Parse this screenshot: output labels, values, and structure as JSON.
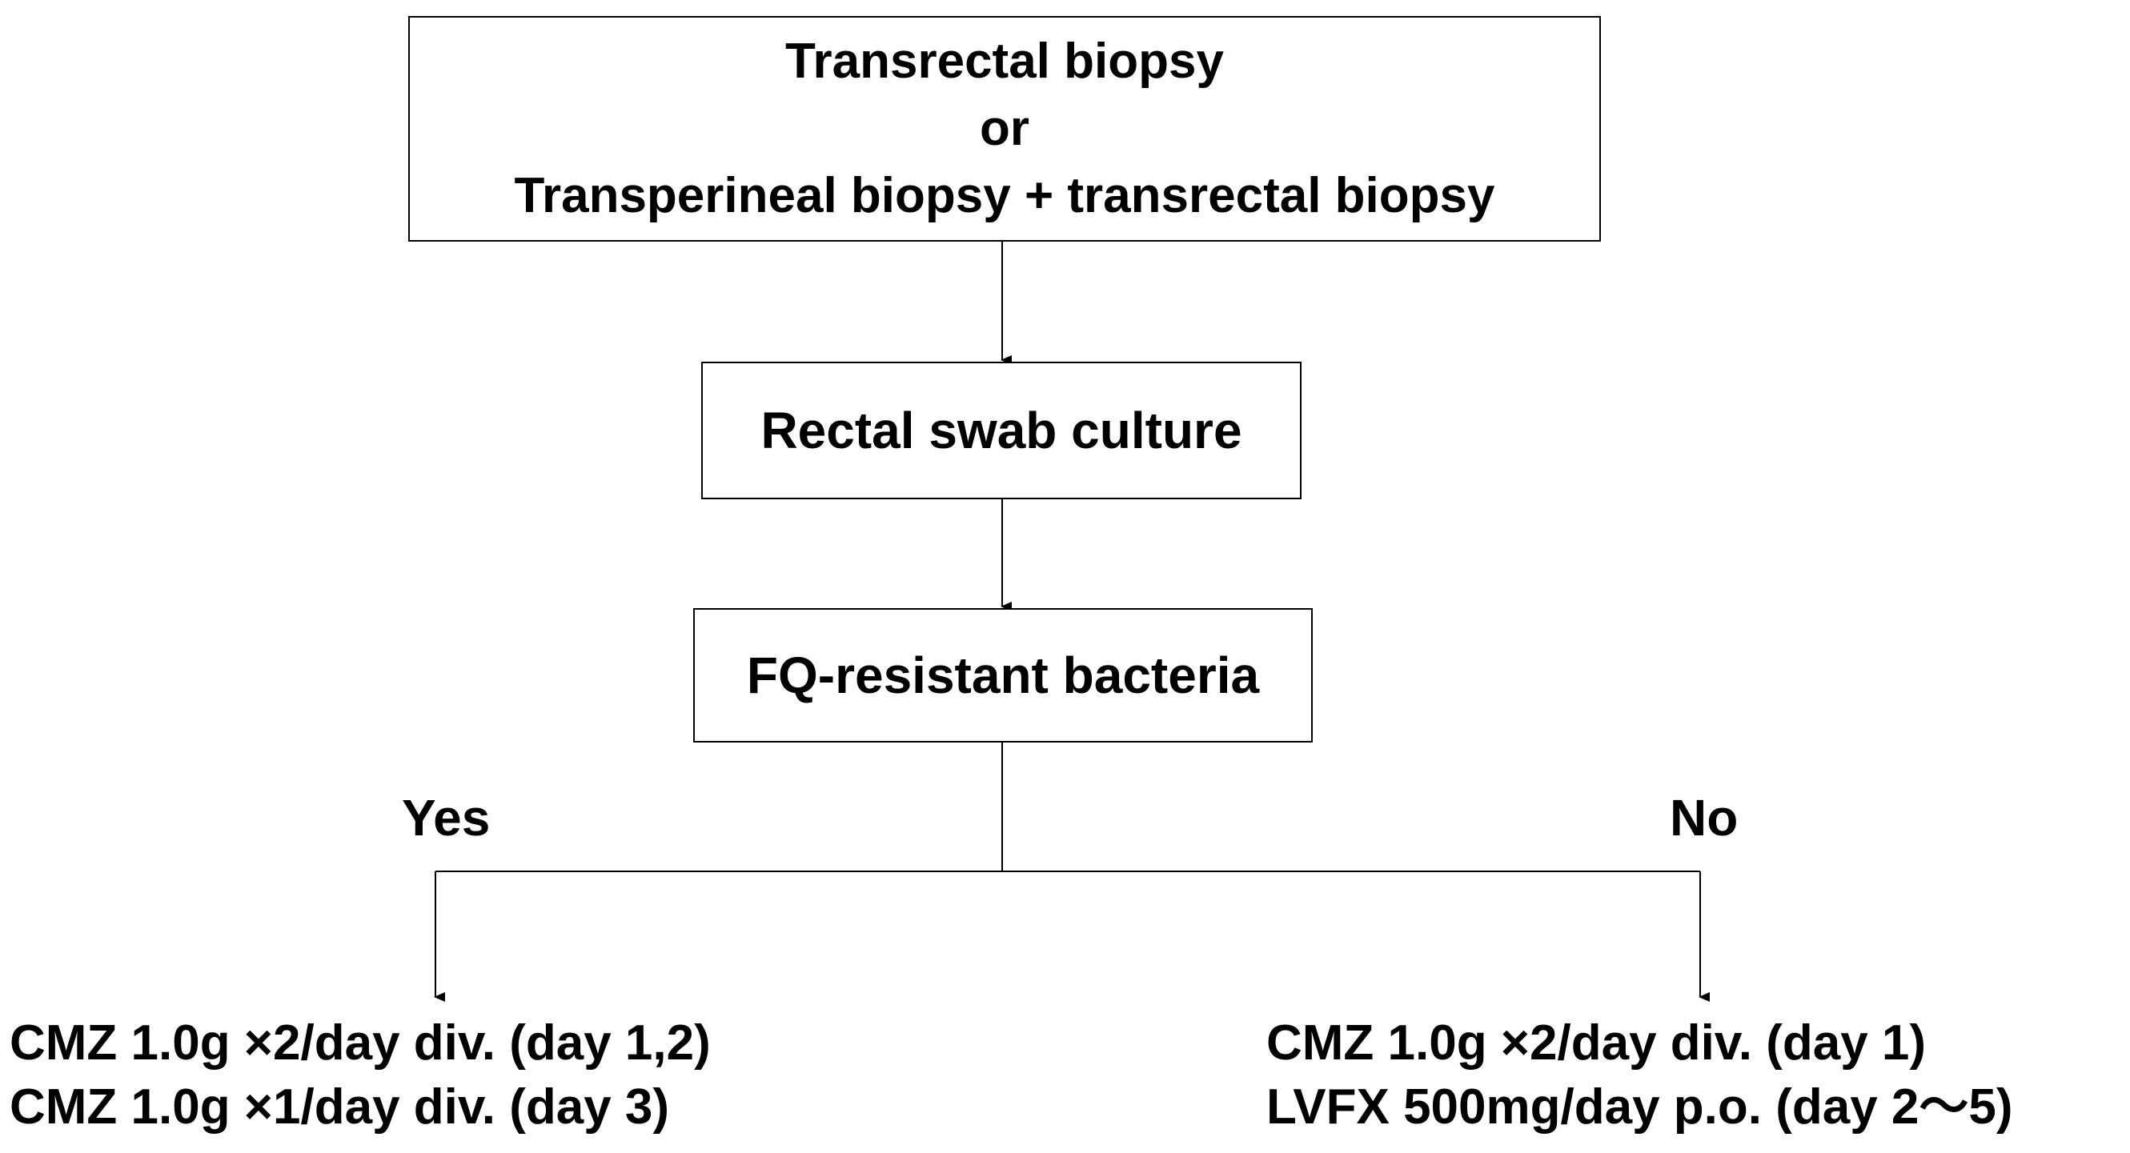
{
  "diagram": {
    "nodes": {
      "biopsy": {
        "lines": [
          "Transrectal biopsy",
          "or",
          "Transperineal biopsy + transrectal biopsy"
        ]
      },
      "culture": {
        "label": "Rectal swab culture"
      },
      "fq_resistant": {
        "label": "FQ-resistant bacteria"
      }
    },
    "branches": {
      "yes": {
        "label": "Yes",
        "regimen": [
          "CMZ 1.0g ×2/day div. (day 1,2)",
          "CMZ 1.0g ×1/day div. (day 3)"
        ]
      },
      "no": {
        "label": "No",
        "regimen": [
          "CMZ 1.0g ×2/day div. (day 1)",
          "LVFX 500mg/day p.o. (day 2〜5)"
        ]
      }
    }
  },
  "colors": {
    "line": "#000000",
    "background": "#ffffff"
  }
}
